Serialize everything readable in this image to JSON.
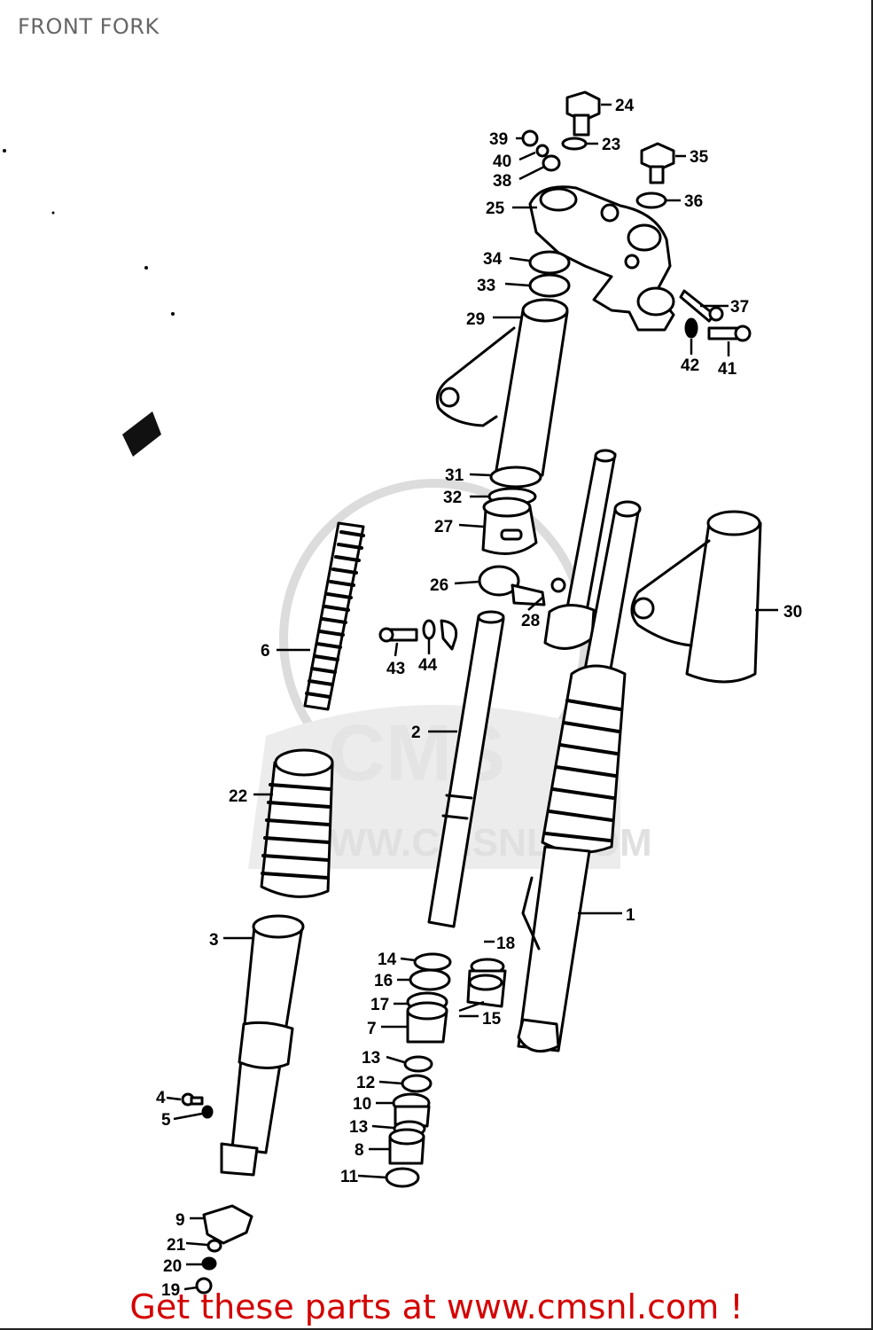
{
  "title": "FRONT FORK",
  "footer": "Get these parts at www.cmsnl.com !",
  "watermark": {
    "logo_text": "CMS",
    "url_text": "WWW.CMSNL.COM"
  },
  "colors": {
    "ink": "#000000",
    "footer": "#d40000",
    "title": "#666666",
    "watermark": "#dcdcdc"
  },
  "part_labels": [
    "24",
    "23",
    "39",
    "40",
    "38",
    "35",
    "36",
    "25",
    "34",
    "33",
    "29",
    "37",
    "42",
    "41",
    "31",
    "32",
    "27",
    "26",
    "28",
    "30",
    "6",
    "43",
    "44",
    "2",
    "22",
    "1",
    "3",
    "18",
    "14",
    "16",
    "17",
    "7",
    "15",
    "13",
    "12",
    "10",
    "13",
    "8",
    "11",
    "4",
    "5",
    "9",
    "21",
    "20",
    "19"
  ]
}
